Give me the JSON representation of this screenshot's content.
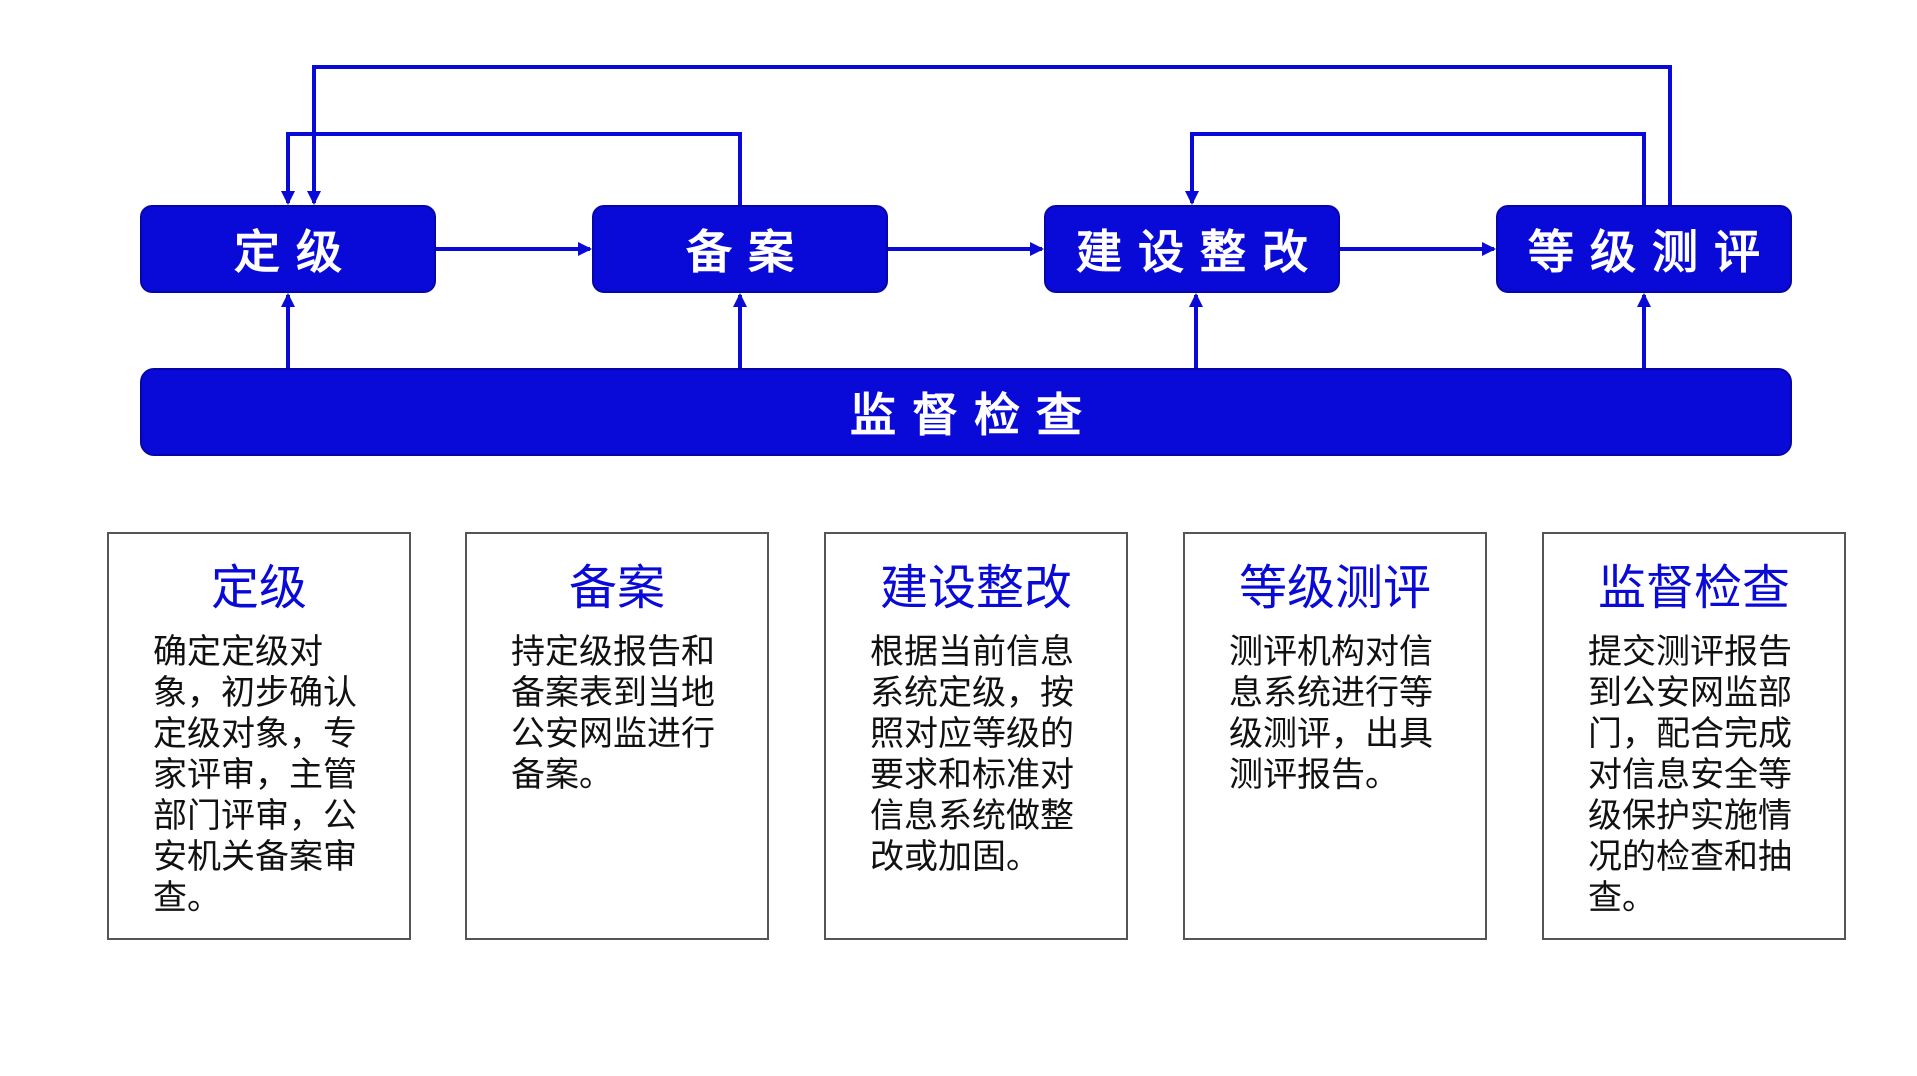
{
  "colors": {
    "accent": "#0a0ad8",
    "arrow": "#0a0ad8",
    "card_border": "#555555"
  },
  "flow": {
    "stages": [
      "定级",
      "备案",
      "建设整改",
      "等级测评"
    ],
    "supervision": "监督检查"
  },
  "cards": [
    {
      "title": "定级",
      "body": "确定定级对象，初步确认定级对象，专家评审，主管部门评审，公安机关备案审查。"
    },
    {
      "title": "备案",
      "body": "持定级报告和备案表到当地公安网监进行备案。"
    },
    {
      "title": "建设整改",
      "body": "根据当前信息系统定级，按照对应等级的要求和标准对信息系统做整改或加固。"
    },
    {
      "title": "等级测评",
      "body": "测评机构对信息系统进行等级测评，出具测评报告。"
    },
    {
      "title": "监督检查",
      "body": "提交测评报告到公安网监部门，配合完成对信息安全等级保护实施情况的检查和抽查。"
    }
  ]
}
